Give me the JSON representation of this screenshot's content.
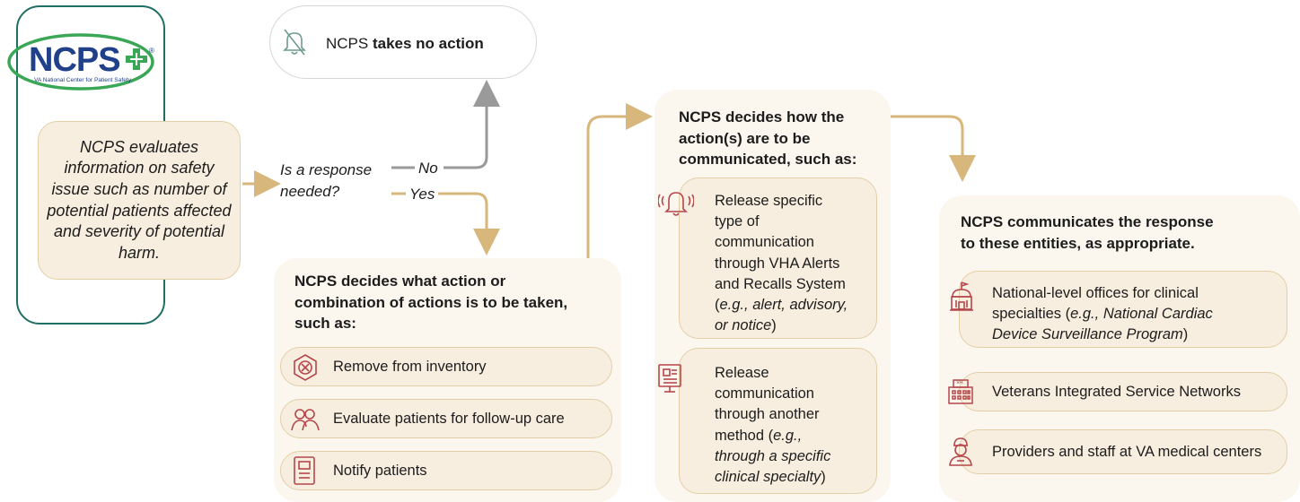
{
  "logo": {
    "acronym": "NCPS",
    "registered": "®",
    "tagline": "VA National Center for Patient Safety"
  },
  "evaluate_box": {
    "text": "NCPS evaluates information on safety issue such as number of potential patients affected and severity of potential harm."
  },
  "decision": {
    "question_line1": "Is a response",
    "question_line2": "needed?",
    "no_label": "No",
    "yes_label": "Yes"
  },
  "no_action": {
    "prefix": "NCPS ",
    "bold": "takes no action"
  },
  "actions_panel": {
    "title_line1": "NCPS decides what action or",
    "title_line2": "combination of actions is to be taken,",
    "title_line3": "such as:",
    "items": [
      {
        "label": "Remove from inventory",
        "icon": "remove-inventory-icon"
      },
      {
        "label": "Evaluate patients for follow-up care",
        "icon": "patients-group-icon"
      },
      {
        "label": "Notify patients",
        "icon": "notification-document-icon"
      }
    ]
  },
  "communication_panel": {
    "title_line1": "NCPS decides how the",
    "title_line2": "action(s) are to be",
    "title_line3": "communicated, such as:",
    "card1": {
      "l1": "Release specific",
      "l2": "type of",
      "l3": "communication",
      "l4": "through VHA Alerts",
      "l5": "and Recalls System",
      "l6_open": "(",
      "l6_italic": "e.g., alert, advisory,",
      "l7_italic": "or notice",
      "l7_close": ")"
    },
    "card2": {
      "l1": "Release",
      "l2": "communication",
      "l3": "through another",
      "l4_open": "method (",
      "l4_italic": "e.g.,",
      "l5_italic": "through a specific",
      "l6_italic": "clinical specialty",
      "l6_close": ")"
    }
  },
  "entities_panel": {
    "title_line1": "NCPS communicates the response",
    "title_line2": "to these entities, as appropriate.",
    "card1": {
      "l1": "National-level offices for clinical",
      "l2_plain": "specialties (",
      "l2_italic": "e.g., National Cardiac",
      "l3_italic": "Device Surveillance Program",
      "l3_close": ")"
    },
    "card2": {
      "label": "Veterans Integrated Service Networks",
      "icon_text": "VA"
    },
    "card3": {
      "label": "Providers and staff at VA medical centers"
    }
  },
  "colors": {
    "gold": "#d7b77c",
    "gray_arrow": "#9a9a9a",
    "icon_red": "#b5474b",
    "teal": "#1f6f64",
    "navy": "#21408a",
    "green": "#3aa757"
  }
}
